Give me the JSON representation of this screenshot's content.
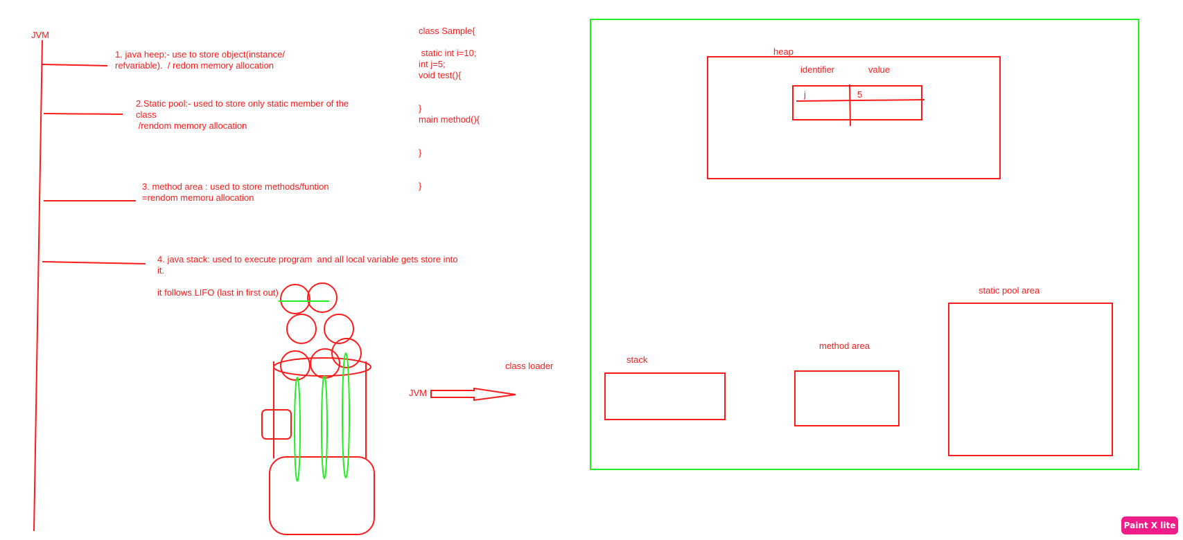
{
  "jvm_notes": {
    "title": "JVM",
    "item1_line1": "1. java heep:- use to store object(instance/",
    "item1_line2": "refvariable).  / redom memory allocation",
    "item2_line1": "2.Static pool:- used to store only static member of the",
    "item2_line2": "class",
    "item2_line3": " /rendom memory allocation",
    "item3_line1": "3. method area : used to store methods/funtion",
    "item3_line2": "=rendom memoru allocation",
    "item4_line1": "4. java stack: used to execute program  and all local variable gets store into",
    "item4_line2": "it.",
    "item4_line3": "it follows LIFO (last in first out)"
  },
  "code": {
    "l1": "class Sample{",
    "l2": " static int i=10;",
    "l3": "int j=5;",
    "l4": "void test(){",
    "l5": "}",
    "l6": "main method(){",
    "l7": "}",
    "l8": "}"
  },
  "flow": {
    "class_loader": "class loader",
    "jvm": "JVM"
  },
  "memory": {
    "heap": "heap",
    "identifier_header": "identifier",
    "value_header": "value",
    "row_identifier": "j",
    "row_value": "5",
    "stack": "stack",
    "method_area": "method area",
    "static_pool": "static pool area"
  },
  "app": {
    "badge": "Paint X lite"
  },
  "colors": {
    "ink_red": "#ff1a1a",
    "ink_green": "#22ee22",
    "badge_pink": "#ee1d8a"
  }
}
